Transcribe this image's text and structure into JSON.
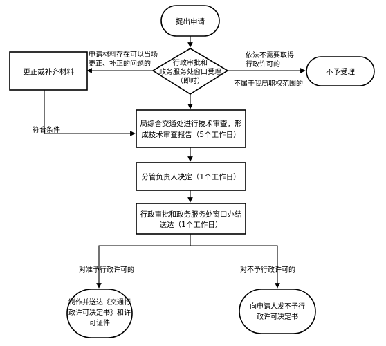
{
  "nodes": {
    "start": "提出申请",
    "decision": [
      "行政审批和",
      "政务服务处窗口受理",
      "（即时）"
    ],
    "correct": "更正或补齐材料",
    "reject": "不予受理",
    "review": [
      "局综合交通处进行技术审查，形",
      "成技术审查报告（5个工作日）"
    ],
    "leader": "分管负责人决定（1个工作日）",
    "conclude": [
      "行政审批和政务服务处窗口办结",
      "送达（1个工作日）"
    ],
    "grant": [
      "制作并送达《交通行",
      "政许可决定书》和许",
      "可证件"
    ],
    "deny": [
      "向申请人发不予行",
      "政许可决定书"
    ]
  },
  "edge_labels": {
    "to_correct": [
      "申请材料存在可以当场",
      "更正、补正的问题的"
    ],
    "to_reject_1": [
      "依法不需要取得",
      "行政许可的"
    ],
    "to_reject_2": "不属于我局职权范围的",
    "meets": "符合条件",
    "grant": "对准予行政许可的",
    "deny": "对不予行政许可的"
  }
}
